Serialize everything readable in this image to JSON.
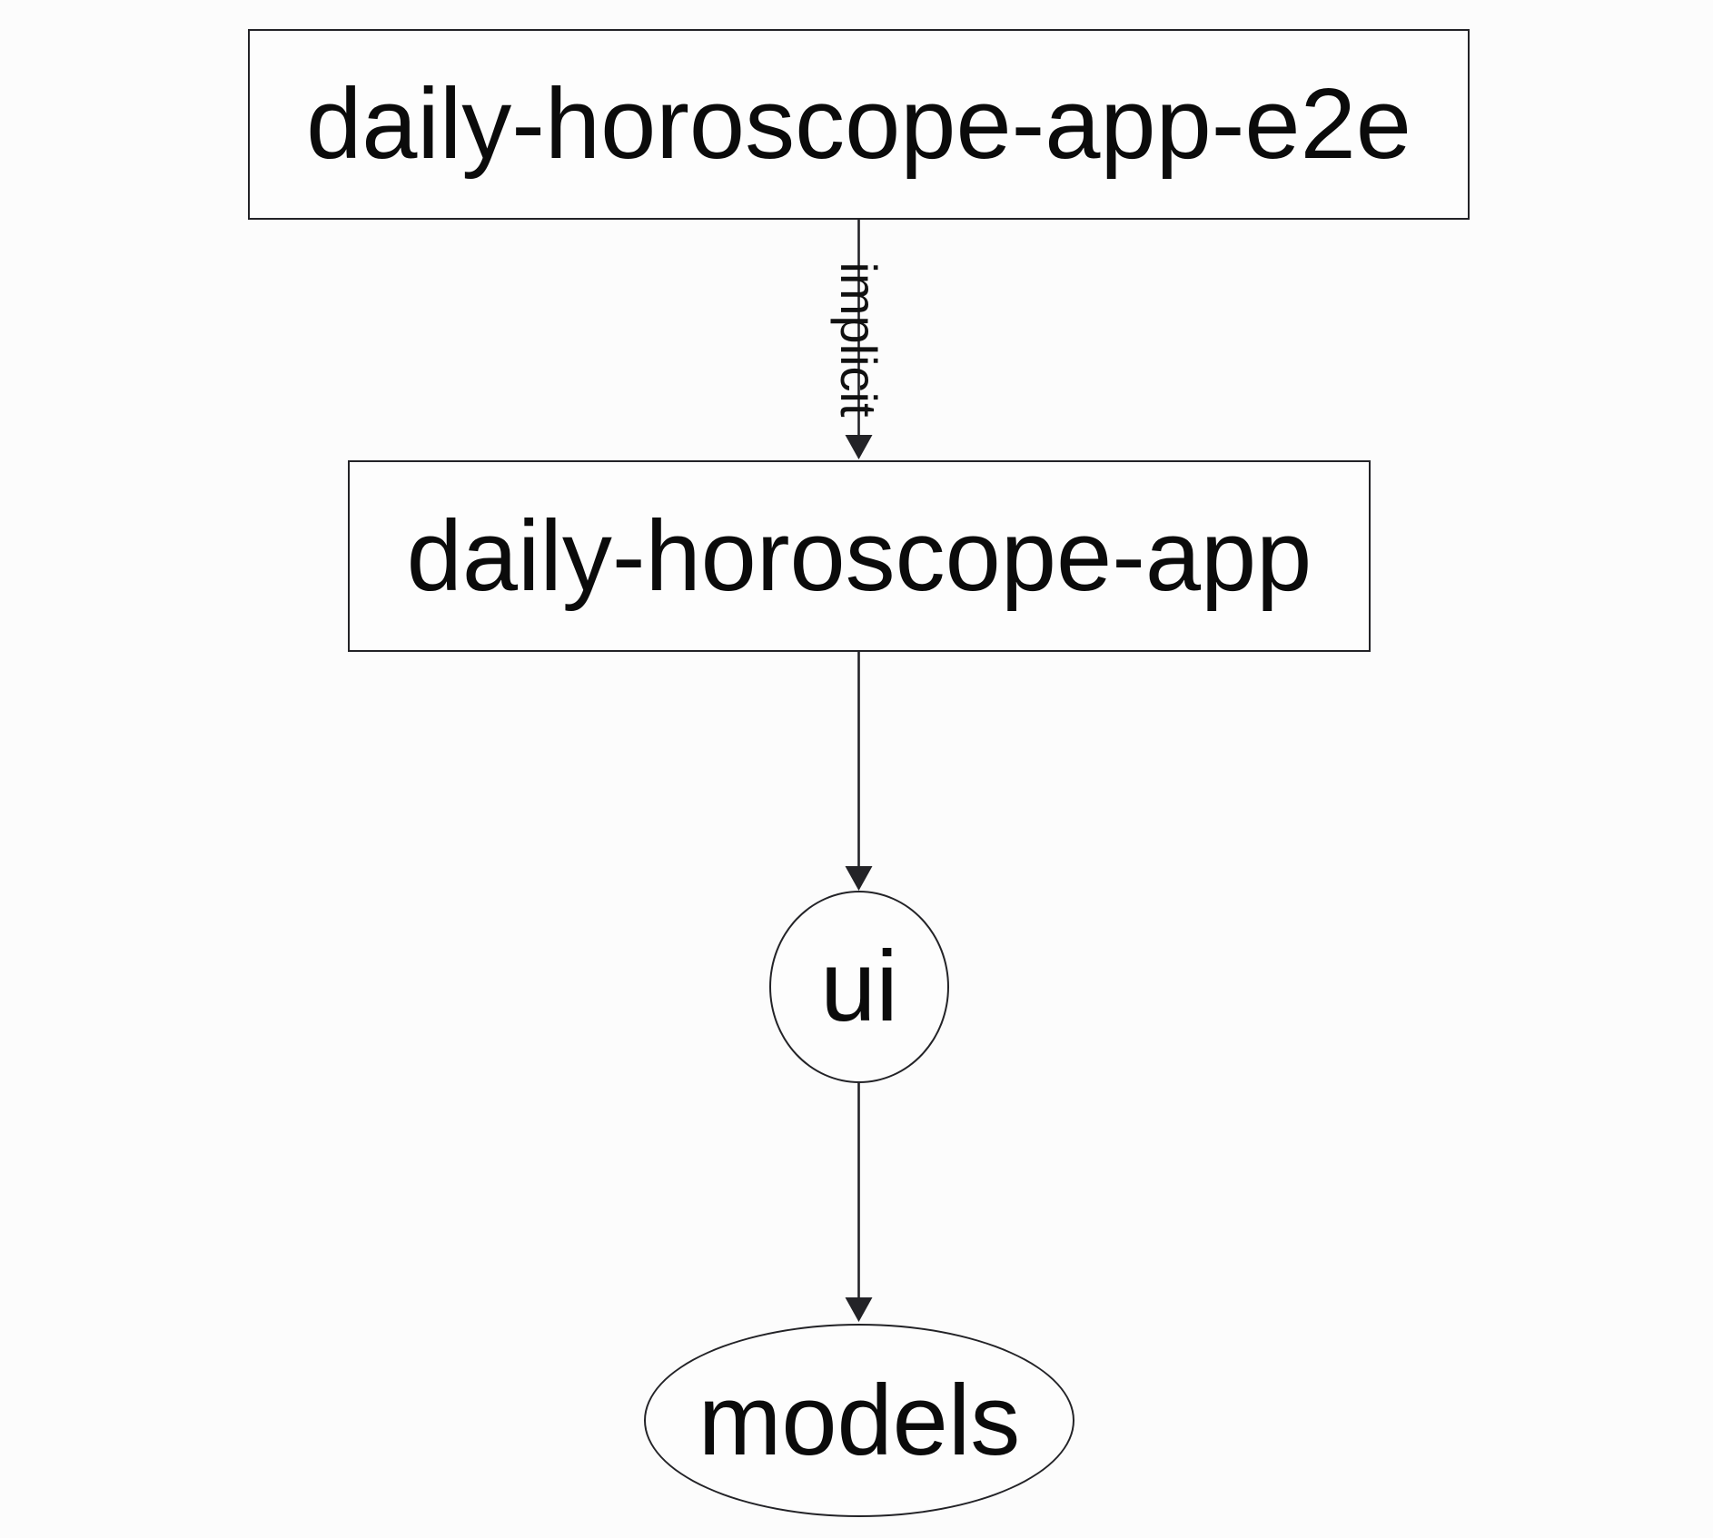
{
  "diagram": {
    "type": "dependency-graph",
    "colors": {
      "background": "#fcfcfc",
      "node_fill": "#fdfdfd",
      "stroke": "#232327",
      "text": "#0b0b0b"
    },
    "nodes": [
      {
        "id": "daily-horoscope-app-e2e",
        "label": "daily-horoscope-app-e2e",
        "shape": "rectangle"
      },
      {
        "id": "daily-horoscope-app",
        "label": "daily-horoscope-app",
        "shape": "rectangle"
      },
      {
        "id": "ui",
        "label": "ui",
        "shape": "ellipse"
      },
      {
        "id": "models",
        "label": "models",
        "shape": "ellipse"
      }
    ],
    "edges": [
      {
        "from": "daily-horoscope-app-e2e",
        "to": "daily-horoscope-app",
        "label": "implicit"
      },
      {
        "from": "daily-horoscope-app",
        "to": "ui",
        "label": ""
      },
      {
        "from": "ui",
        "to": "models",
        "label": ""
      }
    ]
  }
}
